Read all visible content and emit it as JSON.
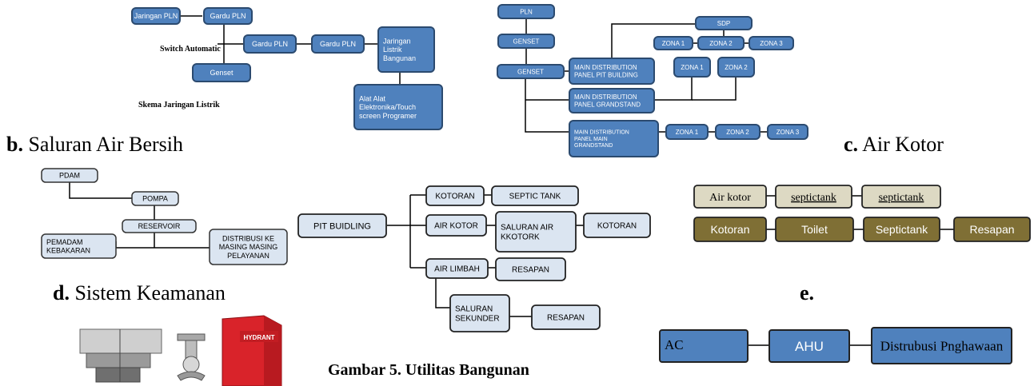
{
  "listrik": {
    "switch_label": "Switch Automatic",
    "caption": "Skema Jaringan Listrik",
    "nodes": [
      "Jaringan PLN",
      "Gardu PLN",
      "Gardu PLN",
      "Gardu PLN",
      "Genset",
      "Jaringan Listrik Bangunan",
      "Alat Alat Elektronika/Touch screen Programer"
    ]
  },
  "pln": {
    "nodes": [
      "PLN",
      "GENSET",
      "GENSET",
      "SDP",
      "ZONA 1",
      "ZONA 2",
      "ZONA 3",
      "MAIN DISTRIBUTION PANEL PIT BUILDING",
      "ZONA 1",
      "ZONA 2",
      "MAIN DISTRIBUTION PANEL GRANDSTAND",
      "MAIN DISTRIBUTION PANEL MAIN GRANDSTAND",
      "ZONA 1",
      "ZONA 2",
      "ZONA 3"
    ]
  },
  "labels": {
    "b_letter": "b.",
    "b_text": "Saluran Air Bersih",
    "c_letter": "c.",
    "c_text": "Air Kotor",
    "d_letter": "d.",
    "d_text": "Sistem Keamanan",
    "e_letter": "e.",
    "figure_caption": "Gambar 5.  Utilitas Bangunan"
  },
  "air_bersih": {
    "nodes": [
      "PDAM",
      "POMPA",
      "RESERVOIR",
      "PEMADAM KEBAKARAN",
      "DISTRIBUSI KE MASING MASING PELAYANAN"
    ]
  },
  "pit": {
    "nodes": [
      "PIT BUIDLING",
      "KOTORAN",
      "SEPTIC TANK",
      "AIR KOTOR",
      "SALURAN AIR KKOTORK",
      "KOTORAN",
      "AIR LIMBAH",
      "RESAPAN",
      "SALURAN SEKUNDER",
      "RESAPAN"
    ]
  },
  "air_kotor": {
    "row1": [
      "Air kotor",
      "septictank",
      "septictank"
    ],
    "row2": [
      "Kotoran",
      "Toilet",
      "Septictank",
      "Resapan"
    ]
  },
  "hvac": {
    "nodes": [
      "AC",
      "AHU",
      "Distrubusi Pnghawaan"
    ]
  },
  "keamanan": {
    "hydrant_text": "HYDRANT"
  },
  "colors": {
    "blue": "#4f81bd",
    "light_blue": "#dbe5f1",
    "beige": "#ddd9c3",
    "olive": "#7f6f35",
    "red": "#d9232a"
  }
}
